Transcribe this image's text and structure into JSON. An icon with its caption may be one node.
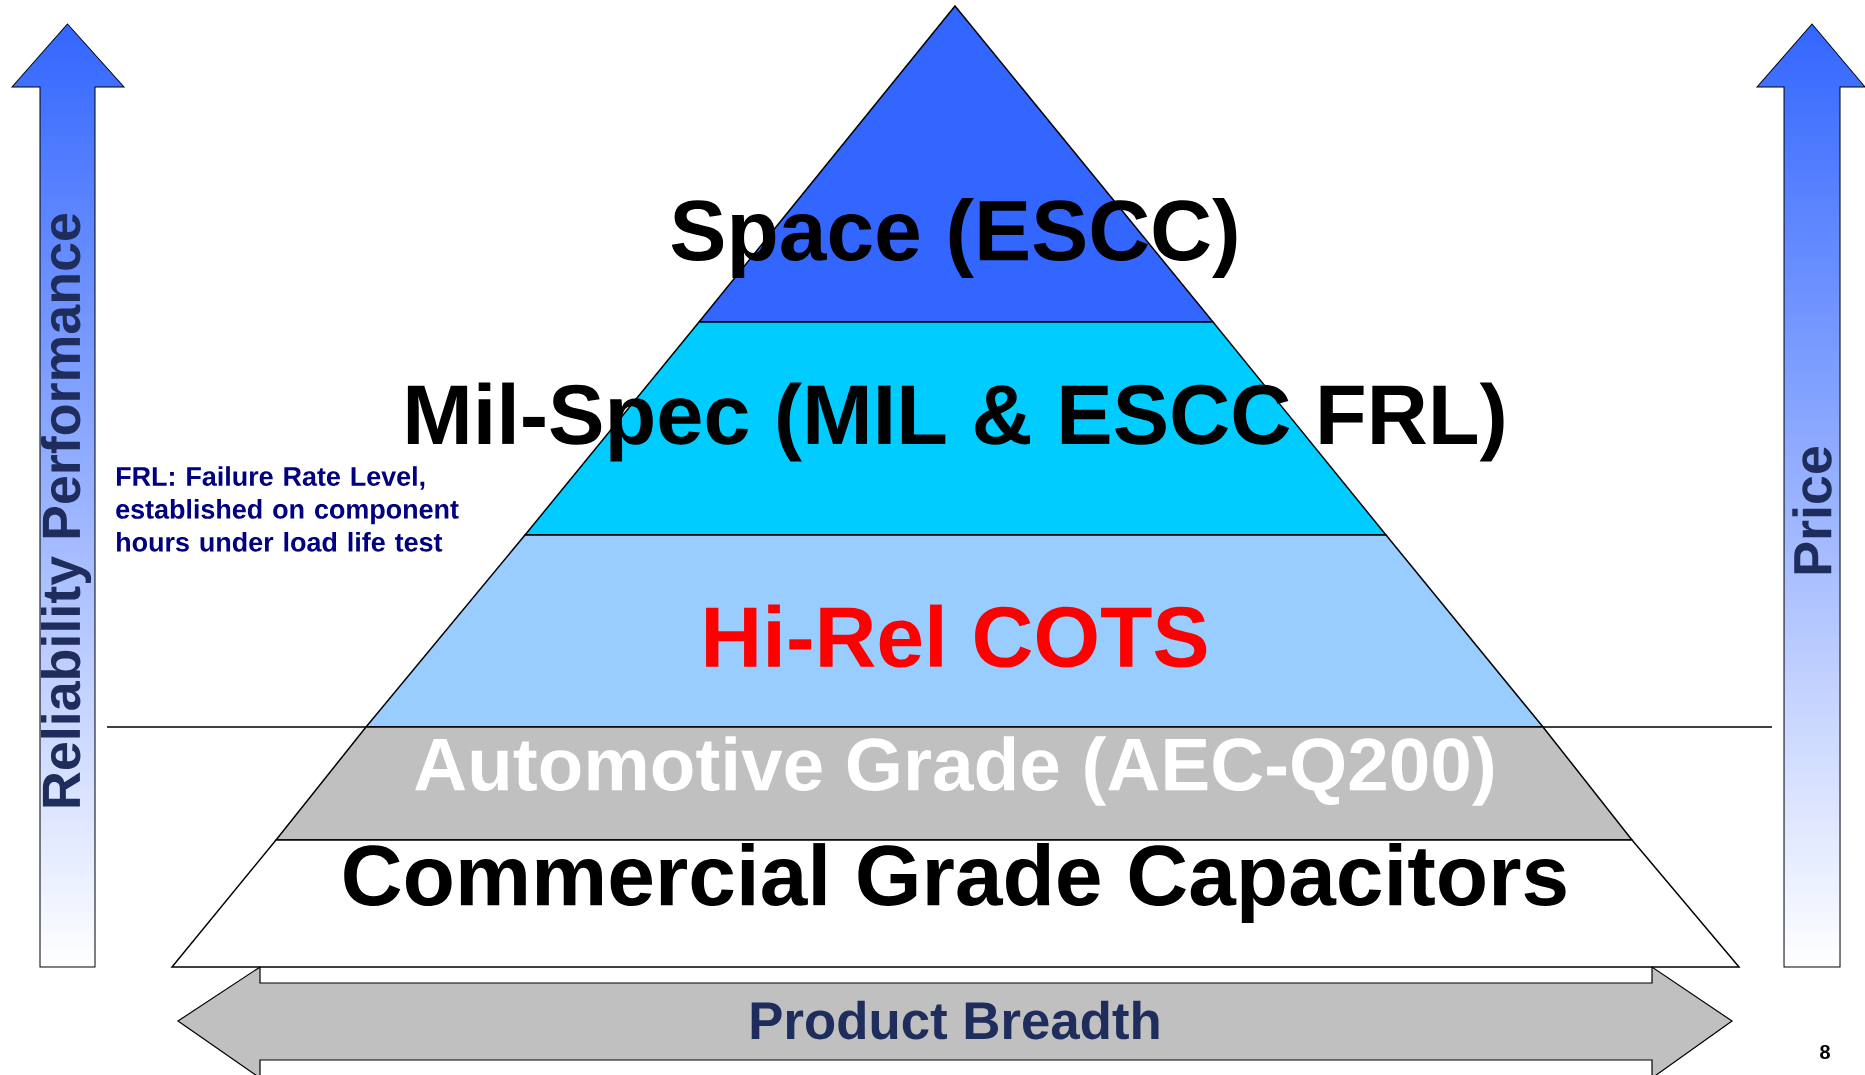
{
  "diagram": {
    "nodes": [
      {
        "text": [
          "Space (ESCC)"
        ]
      },
      {
        "text": [
          "Mil-Spec (MIL & ESCC FRL)"
        ]
      },
      {
        "text": [
          "Hi-Rel COTS"
        ]
      },
      {
        "text": [
          "Automotive Grade (AEC-Q200)"
        ]
      },
      {
        "text": [
          "Commercial Grade Capacitors"
        ]
      }
    ],
    "labels": [
      "Reliability Performance",
      "FRL: Failure Rate Level, established on component hours under load life test",
      "Price",
      "Product Breadth",
      "8"
    ]
  }
}
